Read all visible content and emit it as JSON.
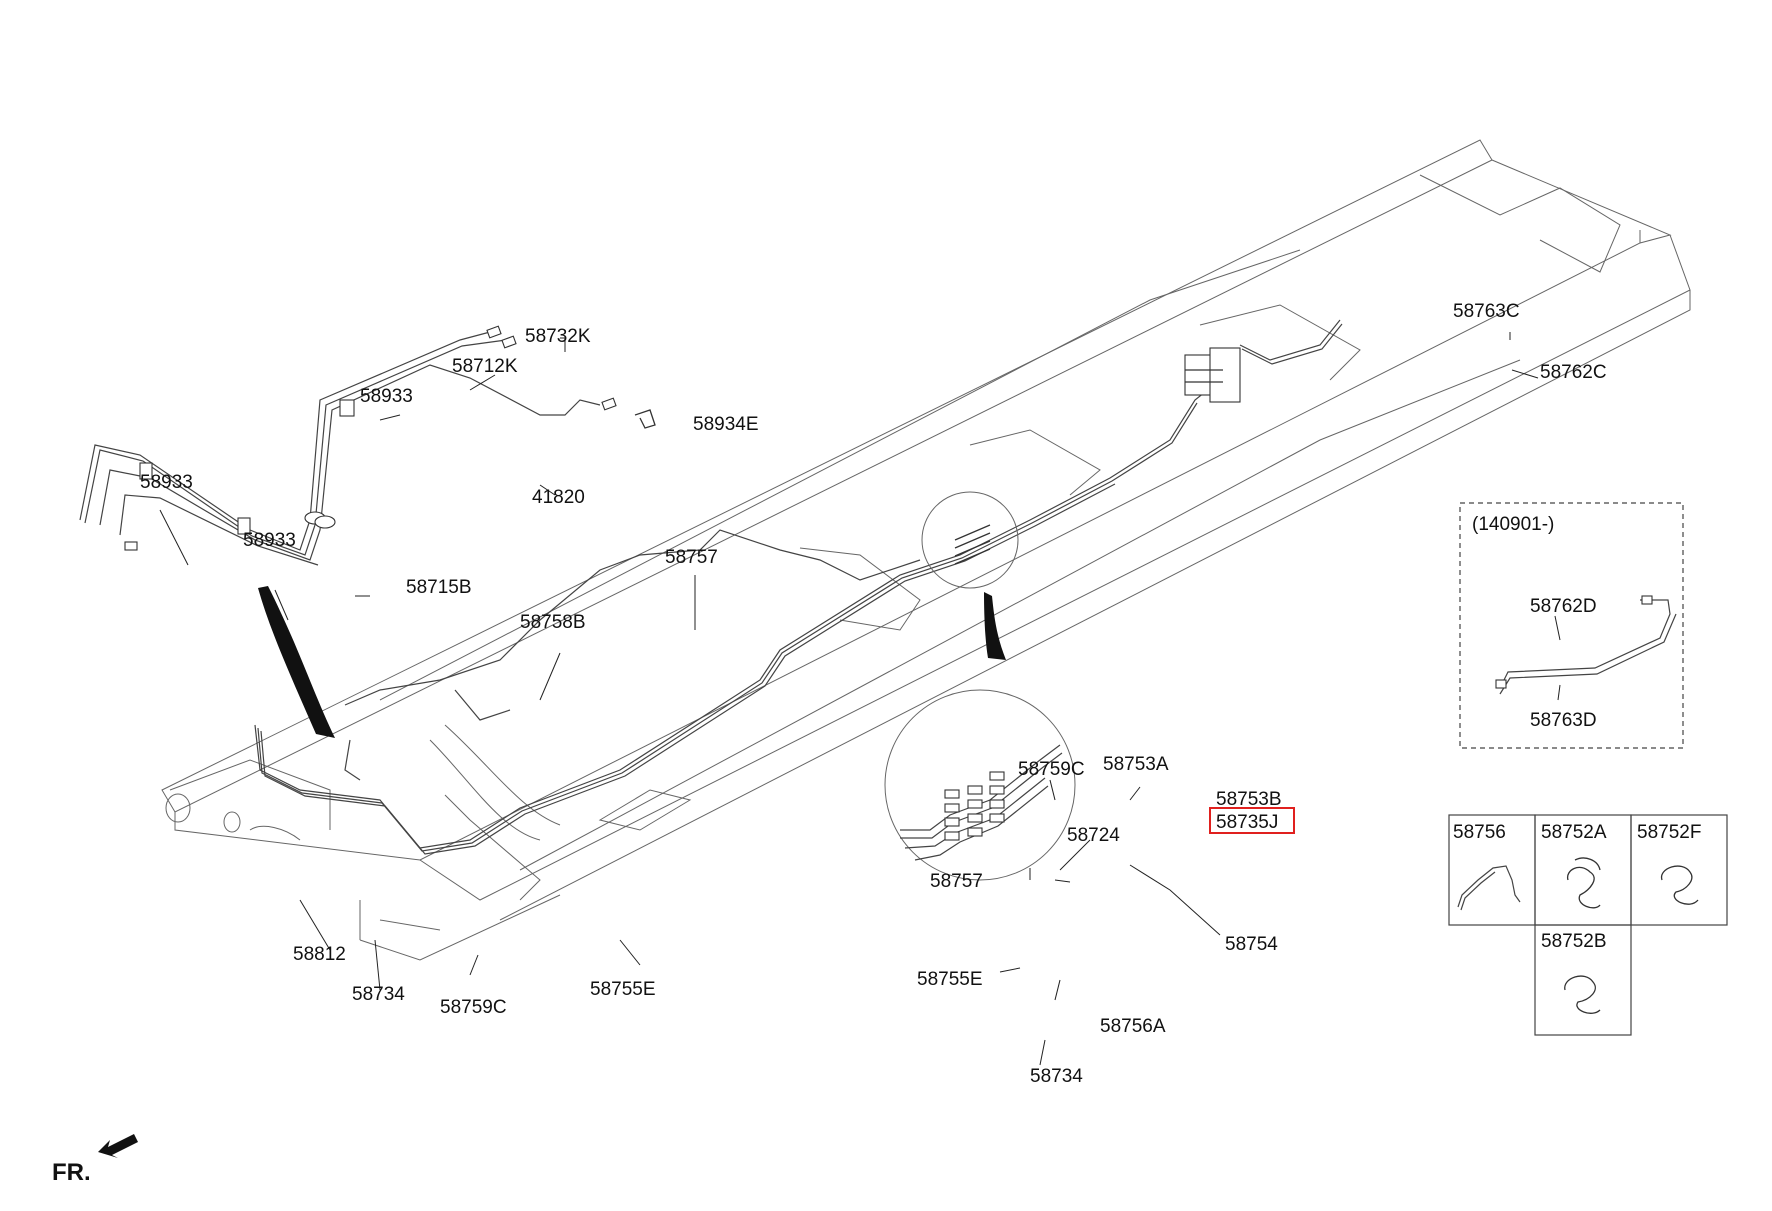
{
  "labels": {
    "p58732K": "58732K",
    "p58712K": "58712K",
    "p58933_top": "58933",
    "p58933_left": "58933",
    "p58933_mid": "58933",
    "p58934E": "58934E",
    "p41820": "41820",
    "p58715B": "58715B",
    "p58757_main": "58757",
    "p58758B": "58758B",
    "p58763C": "58763C",
    "p58762C": "58762C",
    "p58812": "58812",
    "p58734_main": "58734",
    "p58759C_main": "58759C",
    "p58755E_main": "58755E",
    "p58759C_detail": "58759C",
    "p58753A": "58753A",
    "p58753B": "58753B",
    "p58735J": "58735J",
    "p58724": "58724",
    "p58757_detail": "58757",
    "p58754": "58754",
    "p58755E_detail": "58755E",
    "p58756A": "58756A",
    "p58734_detail": "58734",
    "fr": "FR."
  },
  "inset": {
    "date_note": "(140901-)",
    "p58762D": "58762D",
    "p58763D": "58763D"
  },
  "clip_table": {
    "c58756": "58756",
    "c58752A": "58752A",
    "c58752F": "58752F",
    "c58752B": "58752B"
  },
  "colors": {
    "highlight": "#e0201e",
    "line": "#333333"
  }
}
